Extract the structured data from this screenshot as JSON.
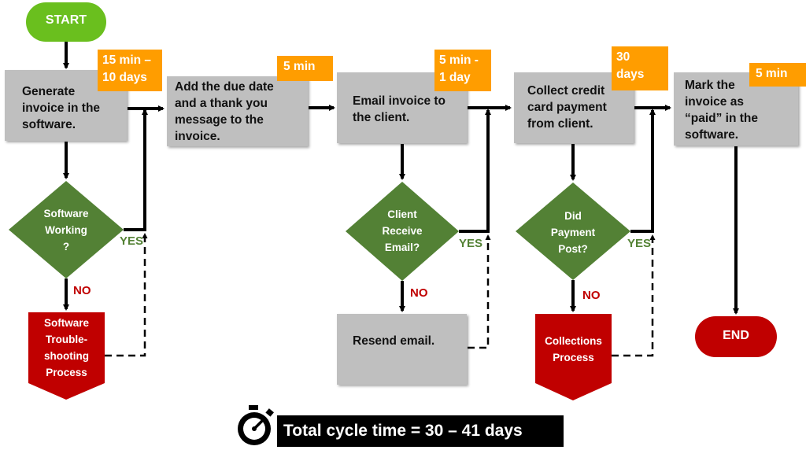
{
  "start_label": "START",
  "end_label": "END",
  "steps": [
    {
      "text": "Generate\ninvoice in the\nsoftware.",
      "time": "15 min –\n10 days"
    },
    {
      "text": "Add the due date\nand a thank you\nmessage to the\ninvoice.",
      "time": "5 min"
    },
    {
      "text": "Email invoice to\nthe client.",
      "time": "5 min -\n1 day"
    },
    {
      "text": "Collect credit\ncard payment\nfrom client.",
      "time": "30\ndays"
    },
    {
      "text": "Mark the\ninvoice as\n“paid” in the\nsoftware.",
      "time": "5 min"
    }
  ],
  "decisions": [
    {
      "text": "Software\nWorking\n?",
      "yes": "YES",
      "no": "NO"
    },
    {
      "text": "Client\nReceive\nEmail?",
      "yes": "YES",
      "no": "NO"
    },
    {
      "text": "Did\nPayment\nPost?",
      "yes": "YES",
      "no": "NO"
    }
  ],
  "exceptions": [
    {
      "text": "Software\nTrouble-\nshooting\nProcess"
    },
    {
      "text": "Resend email."
    },
    {
      "text": "Collections\nProcess"
    }
  ],
  "total_cycle_time": "Total cycle time = 30 – 41 days",
  "colors": {
    "start": "#6abf1e",
    "decision": "#538135",
    "exception": "#c00000",
    "process": "#bfbfbf",
    "time": "#ff9d00",
    "arrow": "#000000"
  }
}
